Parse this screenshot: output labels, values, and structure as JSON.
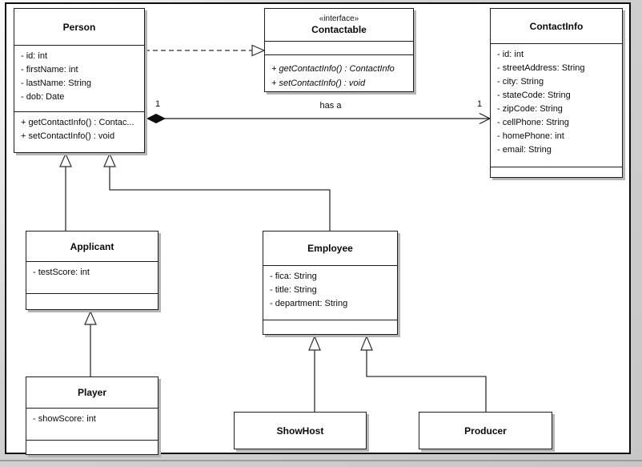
{
  "classes": {
    "person": {
      "name": "Person",
      "attributes": [
        "- id: int",
        "- firstName: int",
        "- lastName: String",
        "- dob: Date"
      ],
      "methods": [
        "+ getContactInfo() : Contac...",
        "+ setContactInfo() : void"
      ]
    },
    "contactable": {
      "stereotype": "«interface»",
      "name": "Contactable",
      "attributes": [],
      "methods": [
        "+ getContactInfo() : ContactInfo",
        "+ setContactInfo() : void"
      ]
    },
    "contactinfo": {
      "name": "ContactInfo",
      "attributes": [
        "- id: int",
        "- streetAddress: String",
        "- city: String",
        "- stateCode: String",
        "- zipCode: String",
        "- cellPhone: String",
        "- homePhone: int",
        "- email: String"
      ],
      "methods": []
    },
    "applicant": {
      "name": "Applicant",
      "attributes": [
        "- testScore: int"
      ],
      "methods": []
    },
    "employee": {
      "name": "Employee",
      "attributes": [
        "- fica: String",
        "- title: String",
        "- department: String"
      ],
      "methods": []
    },
    "player": {
      "name": "Player",
      "attributes": [
        "- showScore: int"
      ],
      "methods": []
    },
    "showhost": {
      "name": "ShowHost"
    },
    "producer": {
      "name": "Producer"
    }
  },
  "relationships": {
    "person_contactable": {
      "type": "realization",
      "from": "Person",
      "to": "Contactable"
    },
    "person_contactinfo": {
      "type": "composition",
      "from": "Person",
      "to": "ContactInfo",
      "label": "has a",
      "from_multiplicity": "1",
      "to_multiplicity": "1"
    },
    "applicant_person": {
      "type": "generalization",
      "from": "Applicant",
      "to": "Person"
    },
    "employee_person": {
      "type": "generalization",
      "from": "Employee",
      "to": "Person"
    },
    "player_applicant": {
      "type": "generalization",
      "from": "Player",
      "to": "Applicant"
    },
    "showhost_employee": {
      "type": "generalization",
      "from": "ShowHost",
      "to": "Employee"
    },
    "producer_employee": {
      "type": "generalization",
      "from": "Producer",
      "to": "Employee"
    }
  }
}
